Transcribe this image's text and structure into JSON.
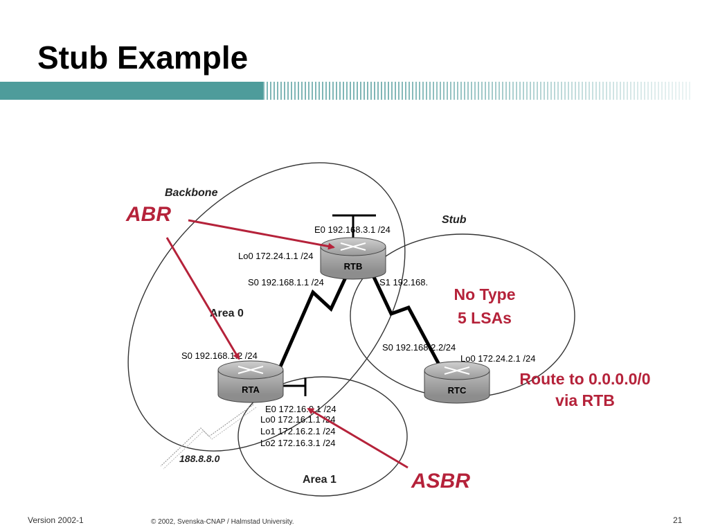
{
  "slide": {
    "title": "Stub Example",
    "footer_version": "Version 2002-1",
    "footer_copyright": "© 2002, Svenska-CNAP / Halmstad University.",
    "page_number": "21"
  },
  "colors": {
    "accent_red": "#b5223a",
    "title_bar_teal": "#4e9c9b",
    "outline": "#333333",
    "router_fill": "#b3b3b3"
  },
  "diagram": {
    "area_labels": {
      "backbone": "Backbone",
      "stub": "Stub",
      "area0": "Area 0",
      "area1": "Area 1",
      "external_net": "188.8.8.0"
    },
    "routers": {
      "rtb": "RTB",
      "rta": "RTA",
      "rtc": "RTC"
    },
    "interfaces": {
      "rtb_e0": "E0 192.168.3.1 /24",
      "rtb_lo0": "Lo0 172.24.1.1 /24",
      "rtb_s0": "S0 192.168.1.1 /24",
      "rtb_s1": "S1 192.168.",
      "rta_s0": "S0 192.168.1.2 /24",
      "rtc_s0": "S0 192.168.2.2/24",
      "rtc_lo0": "Lo0 172.24.2.1 /24",
      "rta_e0": "E0 172.16.0.1 /24",
      "rta_lo0": "Lo0 172.16.1.1 /24",
      "rta_lo1": "Lo1 172.16.2.1 /24",
      "rta_lo2": "Lo2 172.16.3.1 /24"
    },
    "callouts": {
      "abr": "ABR",
      "asbr": "ASBR",
      "no_type_line1": "No Type",
      "no_type_line2": "5 LSAs",
      "route_line1": "Route to 0.0.0.0/0",
      "route_line2": "via RTB"
    }
  }
}
